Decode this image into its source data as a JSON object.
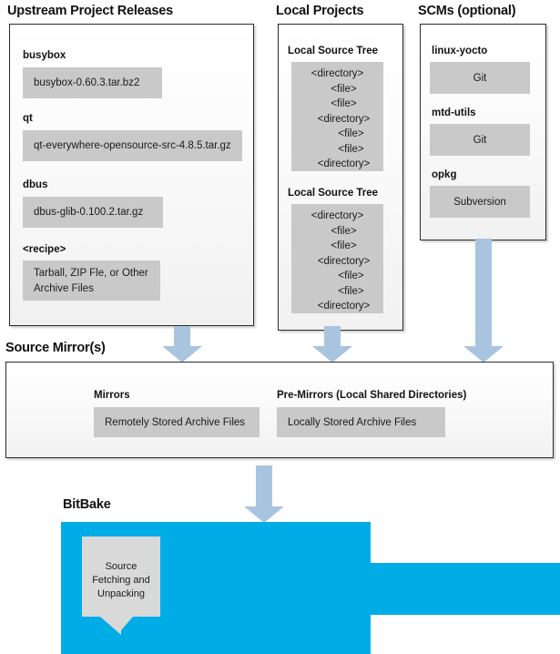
{
  "sections": {
    "upstream": {
      "title": "Upstream Project Releases"
    },
    "local": {
      "title": "Local Projects"
    },
    "scms": {
      "title": "SCMs (optional)"
    },
    "mirror": {
      "title": "Source Mirror(s)"
    },
    "bitbake": {
      "title": "BitBake"
    }
  },
  "upstream_items": [
    {
      "label": "busybox",
      "value": "busybox-0.60.3.tar.bz2"
    },
    {
      "label": "qt",
      "value": "qt-everywhere-opensource-src-4.8.5.tar.gz"
    },
    {
      "label": "dbus",
      "value": "dbus-glib-0.100.2.tar.gz"
    },
    {
      "label": "<recipe>",
      "value_line1": "Tarball, ZIP Fle, or",
      "value_line2": "Other Archive Files"
    }
  ],
  "local_trees": [
    {
      "label": "Local Source Tree",
      "lines": [
        {
          "text": "<directory>",
          "indent": 0
        },
        {
          "text": "<file>",
          "indent": 1
        },
        {
          "text": "<file>",
          "indent": 1
        },
        {
          "text": "<directory>",
          "indent": 1
        },
        {
          "text": "<file>",
          "indent": 2
        },
        {
          "text": "<file>",
          "indent": 2
        },
        {
          "text": "<directory>",
          "indent": 1
        }
      ]
    },
    {
      "label": "Local Source Tree",
      "lines": [
        {
          "text": "<directory>",
          "indent": 0
        },
        {
          "text": "<file>",
          "indent": 1
        },
        {
          "text": "<file>",
          "indent": 1
        },
        {
          "text": "<directory>",
          "indent": 1
        },
        {
          "text": "<file>",
          "indent": 2
        },
        {
          "text": "<file>",
          "indent": 2
        },
        {
          "text": "<directory>",
          "indent": 1
        }
      ]
    }
  ],
  "scm_items": [
    {
      "label": "linux-yocto",
      "value": "Git"
    },
    {
      "label": "mtd-utils",
      "value": "Git"
    },
    {
      "label": "opkg",
      "value": "Subversion"
    }
  ],
  "mirror_items": [
    {
      "label": "Mirrors",
      "value": "Remotely Stored Archive Files"
    },
    {
      "label": "Pre-Mirrors (Local Shared Directories)",
      "value": "Locally Stored Archive Files"
    }
  ],
  "bitbake_task": {
    "line1": "Source",
    "line2": "Fetching and",
    "line3": "Unpacking"
  },
  "colors": {
    "arrow": "#a8c4df",
    "bitbake_blue": "#00ace6",
    "gray_box": "#c9c9c9",
    "panel_border": "#2b2b2b",
    "text": "#1a1a1a"
  }
}
